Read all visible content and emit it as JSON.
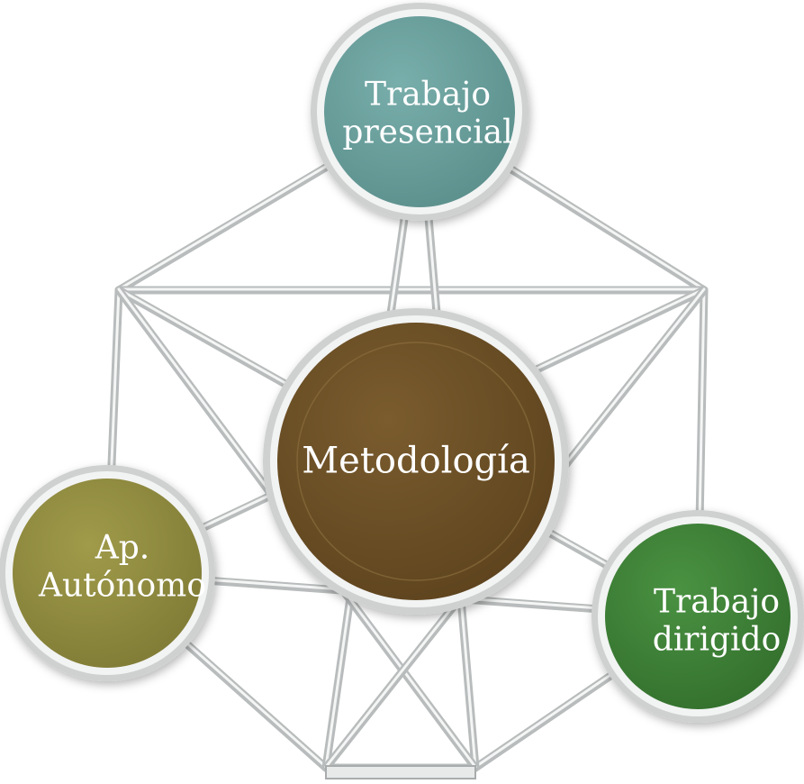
{
  "diagram": {
    "center": {
      "label": "Metodología",
      "color": "#6b4f25"
    },
    "nodes": [
      {
        "id": "top",
        "lines": [
          "Trabajo",
          "presencial"
        ],
        "color": "#6a9e9b"
      },
      {
        "id": "left",
        "lines": [
          "Ap.",
          "Autónomo"
        ],
        "color": "#8f8b3f"
      },
      {
        "id": "right",
        "lines": [
          "Trabajo",
          "dirigido"
        ],
        "color": "#3c7f35"
      }
    ],
    "connector_color": "#b9bcbc"
  }
}
